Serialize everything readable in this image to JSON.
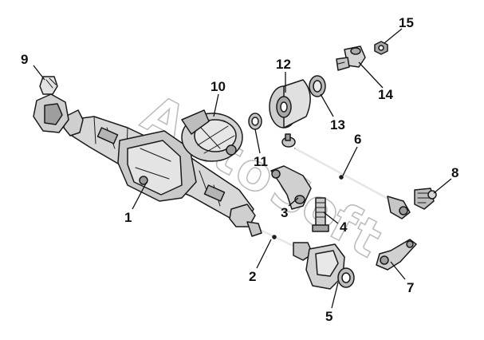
{
  "watermark": {
    "text": "AutoSoft",
    "letters": [
      "A",
      "u",
      "t",
      "o",
      "S",
      "o",
      "f",
      "t"
    ]
  },
  "palette": {
    "line": "#1a1a1a",
    "fill_light": "#e2e2e2",
    "fill_mid": "#c4c4c4",
    "fill_dark": "#8e8e8e",
    "watermark": "#a8a8a8"
  },
  "callouts": [
    {
      "id": "1",
      "label": "1",
      "part": "axle-housing"
    },
    {
      "id": "2",
      "label": "2",
      "part": "axle-shaft"
    },
    {
      "id": "3",
      "label": "3",
      "part": "steering-arm"
    },
    {
      "id": "4",
      "label": "4",
      "part": "king-pin"
    },
    {
      "id": "5",
      "label": "5",
      "part": "steering-knuckle"
    },
    {
      "id": "6",
      "label": "6",
      "part": "tie-rod"
    },
    {
      "id": "7",
      "label": "7",
      "part": "steering-lever"
    },
    {
      "id": "8",
      "label": "8",
      "part": "tie-rod-end"
    },
    {
      "id": "9",
      "label": "9",
      "part": "universal-joint-flange"
    },
    {
      "id": "10",
      "label": "10",
      "part": "differential-carrier"
    },
    {
      "id": "11",
      "label": "11",
      "part": "bushing"
    },
    {
      "id": "12",
      "label": "12",
      "part": "wheel-hub"
    },
    {
      "id": "13",
      "label": "13",
      "part": "hub-bearing"
    },
    {
      "id": "14",
      "label": "14",
      "part": "pitman-arm-pin"
    },
    {
      "id": "15",
      "label": "15",
      "part": "nut"
    }
  ]
}
